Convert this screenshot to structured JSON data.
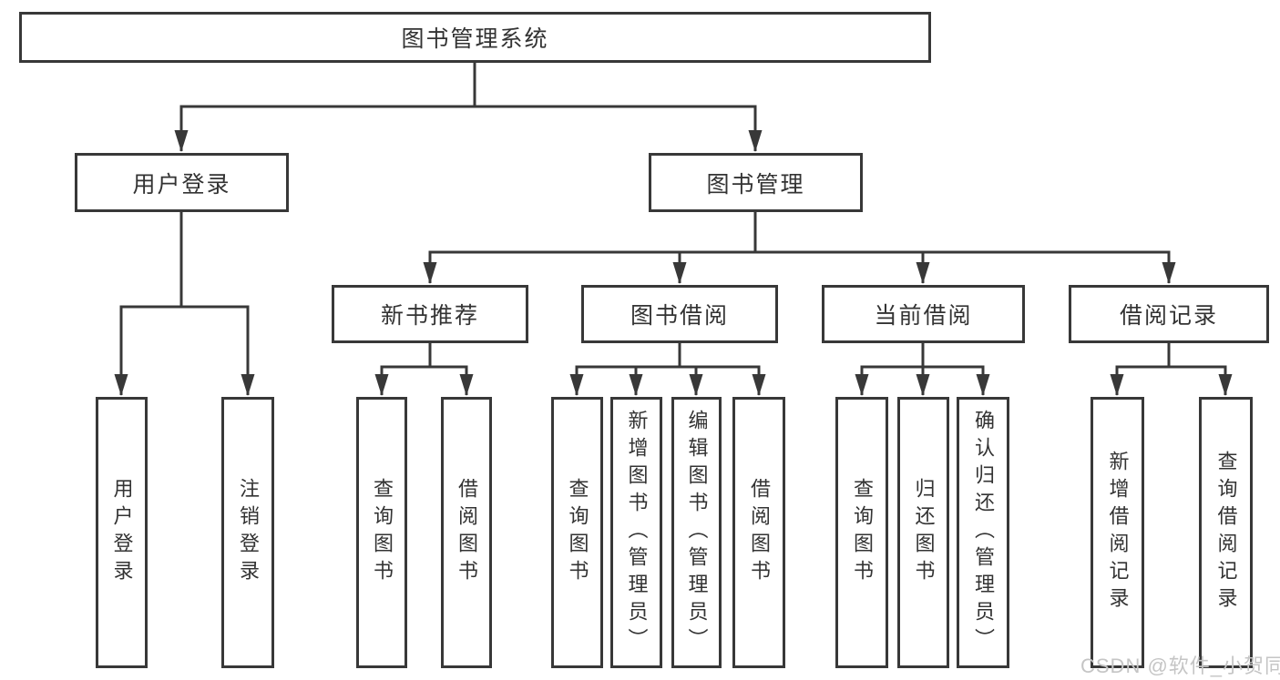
{
  "diagram": {
    "title": "图书管理系统",
    "nodes": {
      "root": {
        "label": "图书管理系统"
      },
      "user_login": {
        "label": "用户登录"
      },
      "book_mgmt": {
        "label": "图书管理"
      },
      "new_book_rec": {
        "label": "新书推荐"
      },
      "book_borrow": {
        "label": "图书借阅"
      },
      "current_borrow": {
        "label": "当前借阅"
      },
      "borrow_record": {
        "label": "借阅记录"
      },
      "leaf_user_login": {
        "label": "用户登录"
      },
      "leaf_logout": {
        "label": "注销登录"
      },
      "leaf_query_book_rec": {
        "label": "查询图书"
      },
      "leaf_borrow_book_rec": {
        "label": "借阅图书"
      },
      "leaf_query_book_borrow": {
        "label": "查询图书"
      },
      "leaf_add_book": {
        "label": "新增图书（管理员）"
      },
      "leaf_edit_book": {
        "label": "编辑图书（管理员）"
      },
      "leaf_borrow_book_borrow": {
        "label": "借阅图书"
      },
      "leaf_query_book_current": {
        "label": "查询图书"
      },
      "leaf_return_book": {
        "label": "归还图书"
      },
      "leaf_confirm_return": {
        "label": "确认归还（管理员）"
      },
      "leaf_add_borrow_record": {
        "label": "新增借阅记录"
      },
      "leaf_query_borrow_record": {
        "label": "查询借阅记录"
      }
    },
    "tree": {
      "root": "图书管理系统",
      "children": [
        {
          "label": "用户登录",
          "children": [
            "用户登录",
            "注销登录"
          ]
        },
        {
          "label": "图书管理",
          "children": [
            {
              "label": "新书推荐",
              "children": [
                "查询图书",
                "借阅图书"
              ]
            },
            {
              "label": "图书借阅",
              "children": [
                "查询图书",
                "新增图书（管理员）",
                "编辑图书（管理员）",
                "借阅图书"
              ]
            },
            {
              "label": "当前借阅",
              "children": [
                "查询图书",
                "归还图书",
                "确认归还（管理员）"
              ]
            },
            {
              "label": "借阅记录",
              "children": [
                "新增借阅记录",
                "查询借阅记录"
              ]
            }
          ]
        }
      ]
    },
    "colors": {
      "line": "#383838",
      "text": "#333333",
      "background": "#ffffff",
      "watermark": "#c5c5c5"
    }
  },
  "watermark": {
    "text": "CSDN @软件_小贺同学"
  }
}
